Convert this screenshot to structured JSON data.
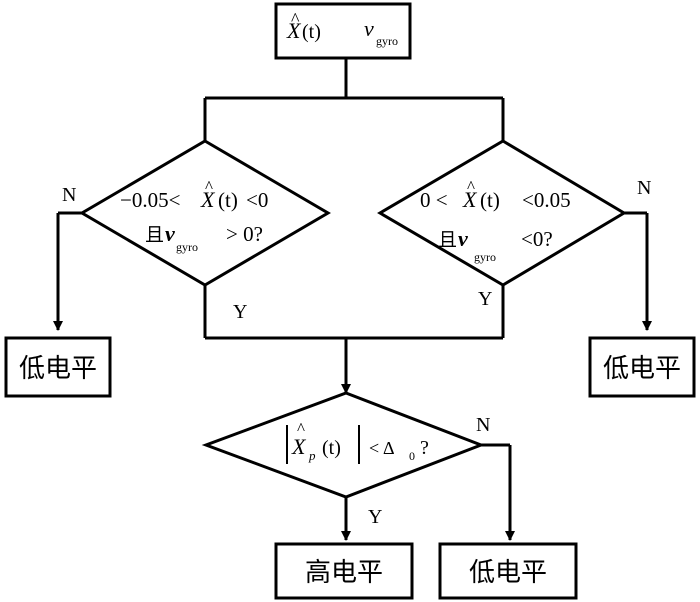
{
  "start_box": {
    "x_hat": "X",
    "hat": "^",
    "t_arg": "(t)",
    "v": "v",
    "gyro": "gyro"
  },
  "left_decision": {
    "line1_prefix": "−0.05<",
    "x_hat": "X",
    "hat": "^",
    "t_arg": "(t)",
    "line1_suffix": "<0",
    "and": "且",
    "v": "v",
    "gyro": "gyro",
    "line2_suffix": "> 0?"
  },
  "right_decision": {
    "line1_prefix": "0 <",
    "x_hat": "X",
    "hat": "^",
    "t_arg": "(t)",
    "line1_suffix": "<0.05",
    "and": "且",
    "v": "v",
    "gyro": "gyro",
    "line2_suffix": "<0?"
  },
  "bottom_decision": {
    "x_hat": "X",
    "hat": "^",
    "p": "p",
    "t_arg": "(t)",
    "lt": "<",
    "delta": "Δ",
    "zero": "0",
    "q": "?"
  },
  "labels": {
    "n_left": "N",
    "n_right": "N",
    "n_bottom": "N",
    "y_left": "Y",
    "y_right": "Y",
    "y_bottom": "Y"
  },
  "boxes": {
    "left_low": "低电平",
    "right_low": "低电平",
    "bottom_high": "高电平",
    "bottom_low": "低电平"
  },
  "colors": {
    "stroke": "#000000",
    "background": "#ffffff"
  }
}
